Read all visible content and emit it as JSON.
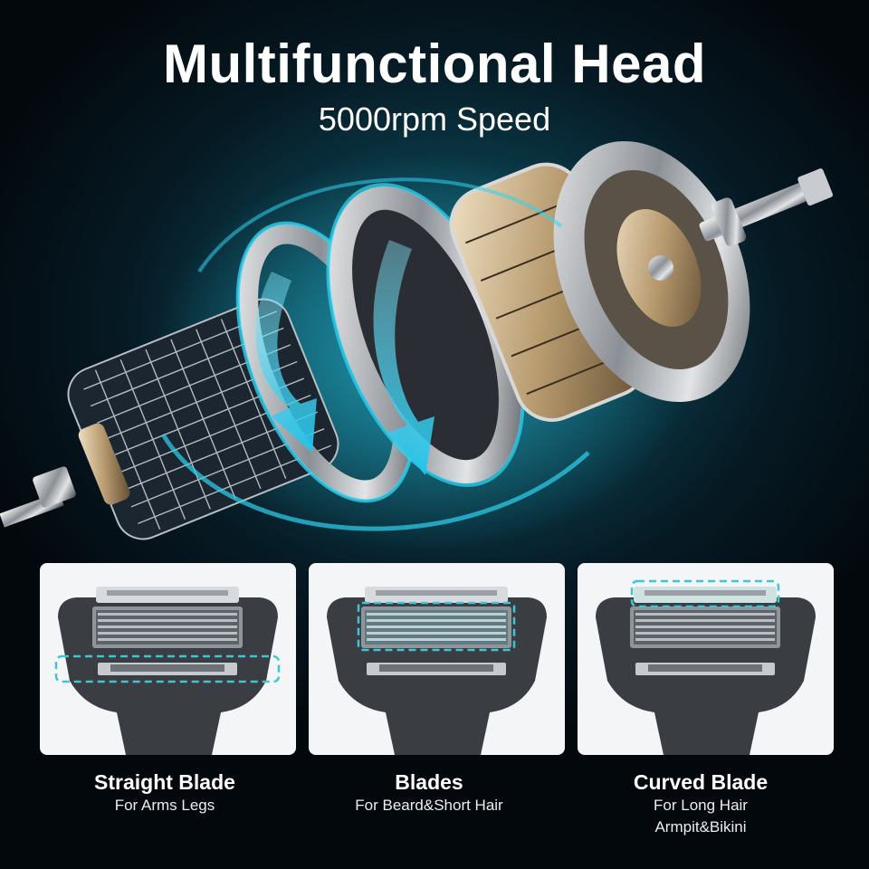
{
  "header": {
    "title": "Multifunctional Head",
    "subtitle": "5000rpm Speed"
  },
  "hero": {
    "subject": "exploded motor illustration",
    "accent_color": "#2fd3f0",
    "arrows": [
      "rotation-arrow",
      "rotation-arrow"
    ]
  },
  "blades": [
    {
      "title": "Straight Blade",
      "desc": [
        "For Arms Legs"
      ],
      "highlight": "bottom-trimmer"
    },
    {
      "title": "Blades",
      "desc": [
        "For Beard&Short Hair"
      ],
      "highlight": "foil-mesh"
    },
    {
      "title": "Curved Blade",
      "desc": [
        "For Long Hair",
        "Armpit&Bikini"
      ],
      "highlight": "top-trimmer"
    }
  ],
  "colors": {
    "background_dark": "#03080d",
    "background_teal": "#0d5a6a",
    "highlight_dash": "#3cc6d6",
    "card_bg": "#f4f5f6",
    "shaver_body": "#3a3d42"
  }
}
